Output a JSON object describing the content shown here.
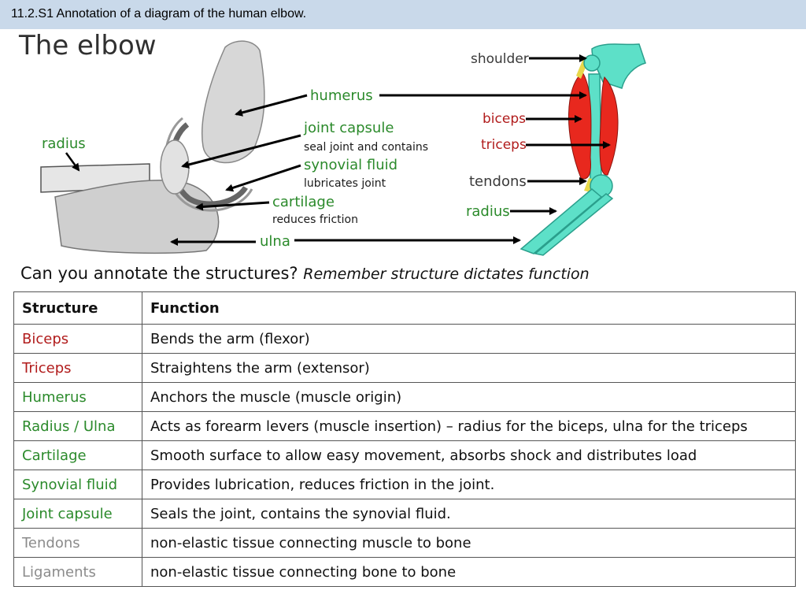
{
  "header": {
    "text": "11.2.S1 Annotation of a diagram of the human elbow."
  },
  "title": "The elbow",
  "elbow_labels": {
    "radius": "radius",
    "humerus": "humerus",
    "joint_capsule": "joint capsule",
    "joint_capsule_note": "seal joint and contains",
    "synovial_fluid": "synovial fluid",
    "synovial_fluid_note": "lubricates joint",
    "cartilage": "cartilage",
    "cartilage_note": "reduces friction",
    "ulna": "ulna"
  },
  "arm_labels": {
    "shoulder": "shoulder",
    "biceps": "biceps",
    "triceps": "triceps",
    "tendons": "tendons",
    "radius": "radius"
  },
  "question": {
    "text": "Can you annotate the structures?",
    "hint": "Remember structure dictates function"
  },
  "table": {
    "headers": [
      "Structure",
      "Function"
    ],
    "rows": [
      {
        "structure": "Biceps",
        "function": "Bends the arm (flexor)",
        "color": "#b11c1c"
      },
      {
        "structure": "Triceps",
        "function": "Straightens the arm (extensor)",
        "color": "#b11c1c"
      },
      {
        "structure": "Humerus",
        "function": "Anchors the muscle (muscle origin)",
        "color": "#2b8a2b"
      },
      {
        "structure": "Radius / Ulna",
        "function": "Acts as forearm levers (muscle insertion) – radius for the biceps, ulna for the triceps",
        "color": "#2b8a2b"
      },
      {
        "structure": "Cartilage",
        "function": "Smooth surface to allow easy movement, absorbs shock and distributes load",
        "color": "#2b8a2b"
      },
      {
        "structure": "Synovial fluid",
        "function": "Provides lubrication, reduces friction in the joint.",
        "color": "#2b8a2b"
      },
      {
        "structure": "Joint capsule",
        "function": "Seals the joint, contains the synovial fluid.",
        "color": "#2b8a2b"
      },
      {
        "structure": "Tendons",
        "function": "non-elastic tissue connecting muscle to bone",
        "color": "#8b8b8b"
      },
      {
        "structure": "Ligaments",
        "function": "non-elastic tissue connecting bone to bone",
        "color": "#8b8b8b"
      }
    ]
  },
  "colors": {
    "header_band": "#c9d9ea",
    "label_green": "#2b8a2b",
    "label_red": "#b11c1c",
    "bone": "#5de0c8",
    "muscle": "#e8281e"
  }
}
